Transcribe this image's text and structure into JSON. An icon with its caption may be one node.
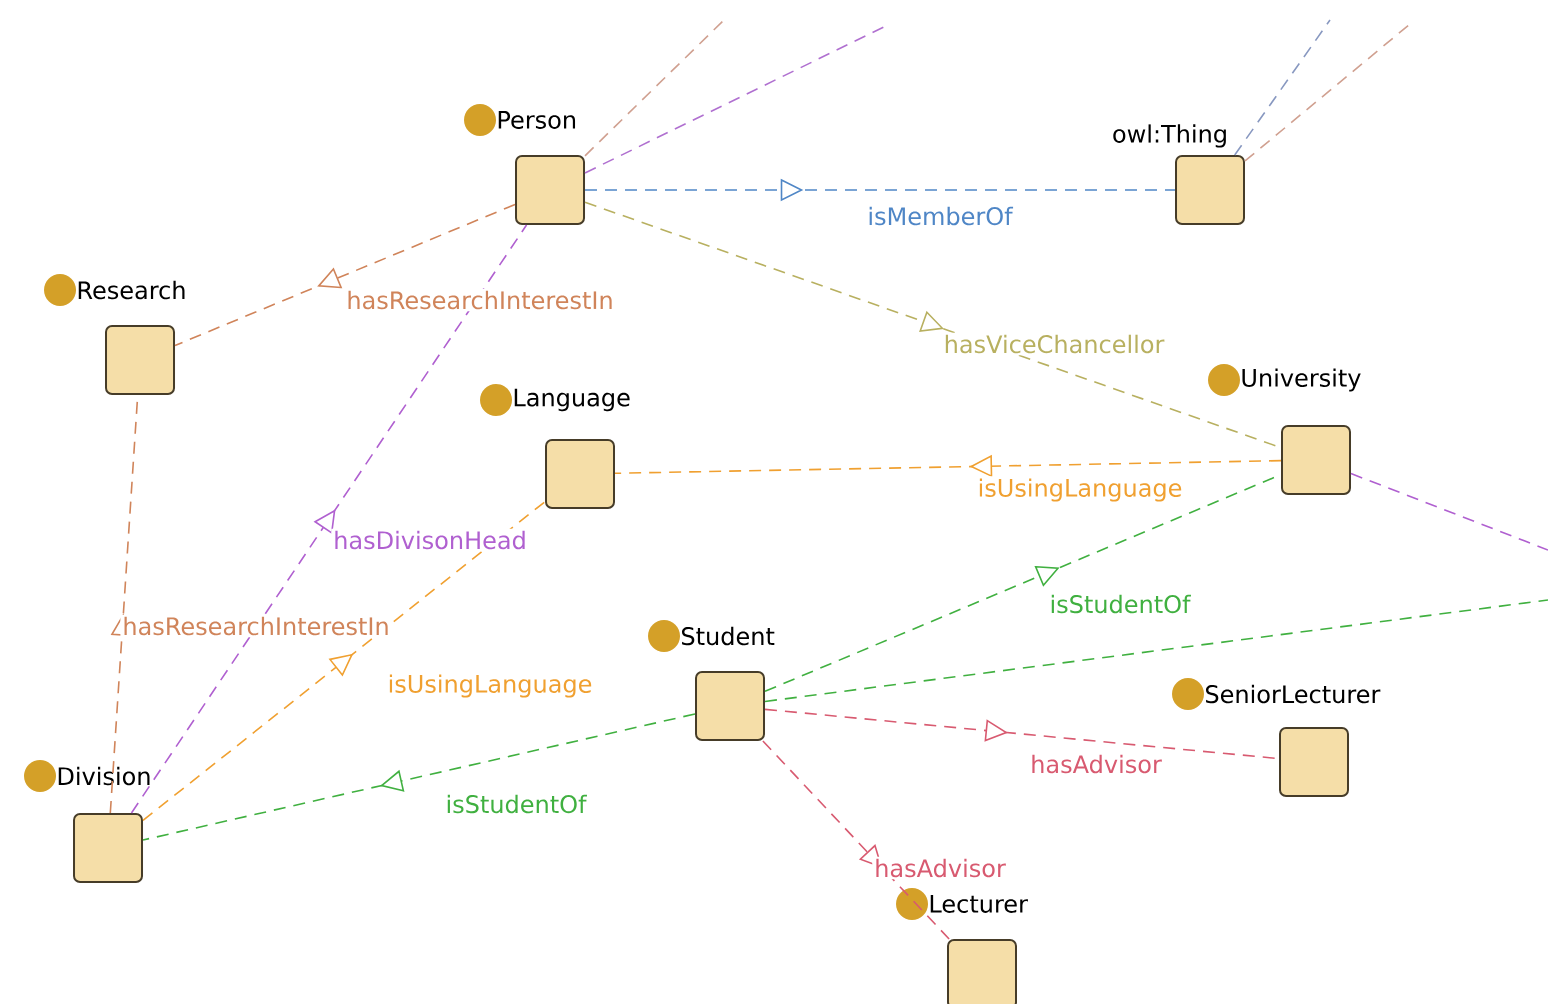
{
  "diagram": {
    "nodes": [
      {
        "text": [
          "Person"
        ]
      },
      {
        "text": [
          "owl:Thing"
        ]
      },
      {
        "text": [
          "Research"
        ]
      },
      {
        "text": [
          "University"
        ]
      },
      {
        "text": [
          "Language"
        ]
      },
      {
        "text": [
          "Student"
        ]
      },
      {
        "text": [
          "SeniorLecturer"
        ]
      },
      {
        "text": [
          "Division"
        ]
      },
      {
        "text": [
          "Lecturer"
        ]
      }
    ],
    "edges": [
      {
        "from": 0,
        "to": 1,
        "arrow": "to",
        "label": "isMemberOf",
        "style": "dashed",
        "color": "#4f86c6"
      },
      {
        "from": 0,
        "to": 2,
        "arrow": "to",
        "label": "hasResearchInterestIn",
        "style": "dashed",
        "color": "#d0845a"
      },
      {
        "from": 0,
        "to": 3,
        "arrow": "to",
        "label": "hasViceChancellor",
        "style": "dashed",
        "color": "#b8b060"
      },
      {
        "from": 7,
        "to": 0,
        "arrow": "to",
        "label": "hasDivisonHead",
        "style": "dashed",
        "color": "#b060d0"
      },
      {
        "from": 3,
        "to": 4,
        "arrow": "to",
        "label": "isUsingLanguage",
        "style": "dashed",
        "color": "#f0a030"
      },
      {
        "from": 7,
        "to": 4,
        "arrow": "to",
        "label": "isUsingLanguage",
        "style": "dashed",
        "color": "#f0a030"
      },
      {
        "from": 7,
        "to": 2,
        "arrow": "to",
        "label": "hasResearchInterestIn",
        "style": "dashed",
        "color": "#d0845a"
      },
      {
        "from": 5,
        "to": 7,
        "arrow": "to",
        "label": "isStudentOf",
        "style": "dashed",
        "color": "#40b040"
      },
      {
        "from": 5,
        "to": 3,
        "arrow": "to",
        "label": "isStudentOf",
        "style": "dashed",
        "color": "#40b040"
      },
      {
        "from": 5,
        "to": 6,
        "arrow": "to",
        "label": "hasAdvisor",
        "style": "dashed",
        "color": "#d85a70"
      },
      {
        "from": 5,
        "to": 8,
        "arrow": "to",
        "label": "hasAdvisor",
        "style": "dashed",
        "color": "#d85a70"
      },
      {
        "from": 5,
        "to": null,
        "arrow": "none",
        "style": "dashed",
        "color": "#40b040"
      },
      {
        "from": 3,
        "to": null,
        "arrow": "none",
        "style": "dashed",
        "color": "#b060d0"
      },
      {
        "from": 0,
        "to": null,
        "arrow": "none",
        "style": "dashed",
        "color": "#d0a090"
      },
      {
        "from": 0,
        "to": null,
        "arrow": "none",
        "style": "dashed",
        "color": "#b070d0"
      },
      {
        "from": 1,
        "to": null,
        "arrow": "none",
        "style": "dashed",
        "color": "#8898c0"
      },
      {
        "from": 1,
        "to": null,
        "arrow": "none",
        "style": "dashed",
        "color": "#d0a090"
      }
    ]
  }
}
